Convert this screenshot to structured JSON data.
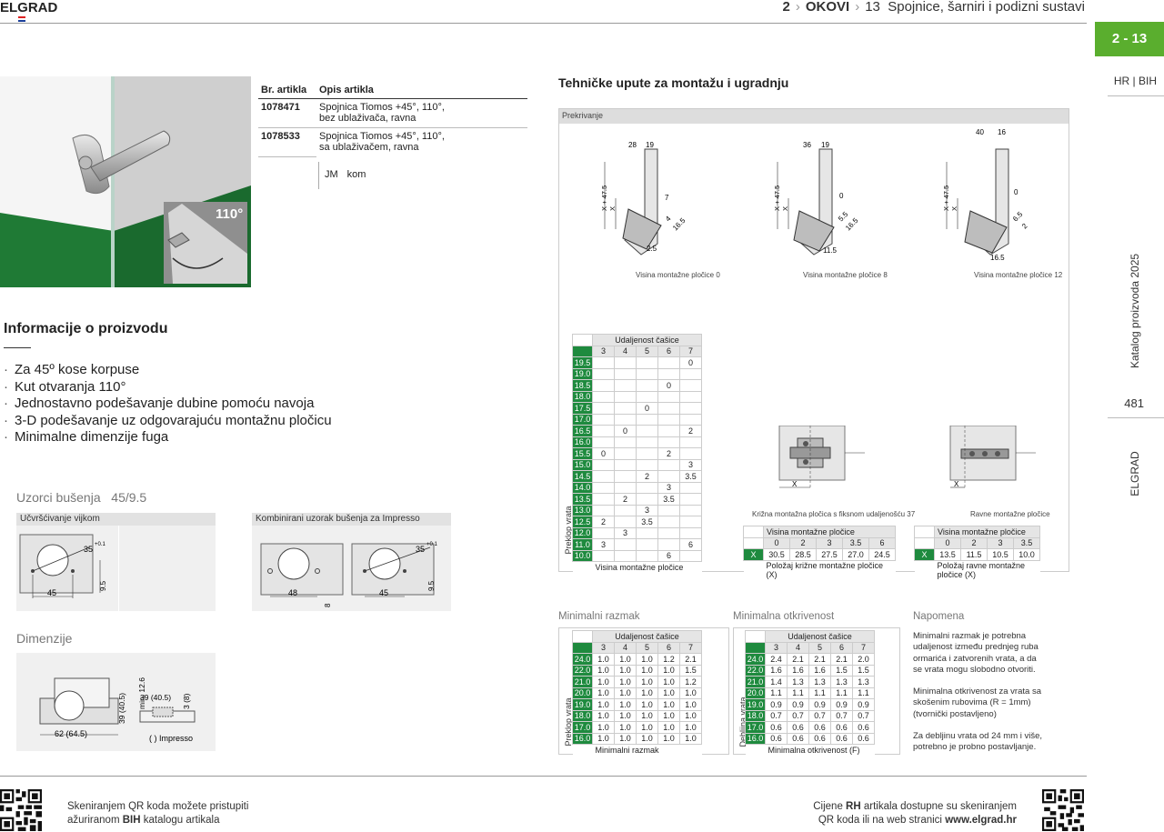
{
  "header": {
    "brand": "ELGRAD",
    "crumb_num": "2",
    "crumb_cat": "OKOVI",
    "crumb_sub_num": "13",
    "crumb_sub": "Spojnice, šarniri i podizni sustavi"
  },
  "sidebar": {
    "tab": "2 - 13",
    "lang": "HR | BIH",
    "catalog": "Katalog proizvoda 2025",
    "page": "481",
    "brand": "ELGRAD"
  },
  "articles": {
    "col_code": "Br. artikla",
    "col_desc": "Opis artikla",
    "rows": [
      {
        "code": "1078471",
        "desc1": "Spojnica Tiomos +45°, 110°,",
        "desc2": "bez ublaživača, ravna"
      },
      {
        "code": "1078533",
        "desc1": "Spojnica Tiomos +45°, 110°,",
        "desc2": "sa ublaživačem, ravna"
      }
    ],
    "unit_jm": "JM",
    "unit_kom": "kom"
  },
  "photo": {
    "angle_label": "110°"
  },
  "info": {
    "title": "Informacije o proizvodu",
    "items": [
      "Za 45º kose korpuse",
      "Kut otvaranja 110°",
      "Jednostavno podešavanje dubine pomoću navoja",
      "3-D podešavanje uz odgovarajuću montažnu pločicu",
      "Minimalne dimenzije fuga"
    ]
  },
  "drilling": {
    "title": "Uzorci bušenja",
    "pattern": "45/9.5",
    "panel1": "Učvršćivanje vijkom",
    "panel2": "Kombinirani uzorak bušenja za Impresso",
    "d35": "35",
    "tol": "+0.1",
    "d45": "45",
    "d48": "48",
    "d95": "9.5",
    "d8": "8"
  },
  "dimensions": {
    "title": "Dimenzije",
    "min": "min. 12.6",
    "h39": "39 (40.5)",
    "w39": "39 (40.5)",
    "w62": "62 (64.5)",
    "d3": "3 (8)",
    "impresso": "( ) Impresso"
  },
  "tech": {
    "title": "Tehničke upute za montažu i ugradnju",
    "strip": "Prekrivanje",
    "drawings": [
      {
        "cap": "Visina montažne pločice 0",
        "a": "28",
        "b": "19",
        "c": "7",
        "d": "2.5",
        "e": "4",
        "f": "16.5"
      },
      {
        "cap": "Visina montažne pločice 8",
        "a": "36",
        "b": "19",
        "c": "0",
        "d": "11.5",
        "e": "5.5",
        "f": "16.5"
      },
      {
        "cap": "Visina montažne pločice 12",
        "a": "40",
        "b": "16",
        "c": "0",
        "d": "16.5",
        "e": "6.5",
        "f": "2"
      }
    ],
    "x47": "X + 47.5",
    "x": "X",
    "cross_cap": "Križna montažna pločica s fiksnom udaljenošću 37",
    "flat_cap": "Ravne montažne pločice"
  },
  "overlay_table": {
    "header": "Udaljenost čašice",
    "cols": [
      "3",
      "4",
      "5",
      "6",
      "7"
    ],
    "side": "Preklop vrata",
    "footer": "Visina montažne pločice",
    "rows": [
      {
        "k": "19.5",
        "v": [
          "",
          "",
          "",
          "",
          "0"
        ]
      },
      {
        "k": "19.0",
        "v": [
          "",
          "",
          "",
          "",
          ""
        ]
      },
      {
        "k": "18.5",
        "v": [
          "",
          "",
          "",
          "0",
          ""
        ]
      },
      {
        "k": "18.0",
        "v": [
          "",
          "",
          "",
          "",
          ""
        ]
      },
      {
        "k": "17.5",
        "v": [
          "",
          "",
          "0",
          "",
          ""
        ]
      },
      {
        "k": "17.0",
        "v": [
          "",
          "",
          "",
          "",
          ""
        ]
      },
      {
        "k": "16.5",
        "v": [
          "",
          "0",
          "",
          "",
          "2"
        ]
      },
      {
        "k": "16.0",
        "v": [
          "",
          "",
          "",
          "",
          ""
        ]
      },
      {
        "k": "15.5",
        "v": [
          "0",
          "",
          "",
          "2",
          ""
        ]
      },
      {
        "k": "15.0",
        "v": [
          "",
          "",
          "",
          "",
          "3"
        ]
      },
      {
        "k": "14.5",
        "v": [
          "",
          "",
          "2",
          "",
          "3.5"
        ]
      },
      {
        "k": "14.0",
        "v": [
          "",
          "",
          "",
          "3",
          ""
        ]
      },
      {
        "k": "13.5",
        "v": [
          "",
          "2",
          "",
          "3.5",
          ""
        ]
      },
      {
        "k": "13.0",
        "v": [
          "",
          "",
          "3",
          "",
          ""
        ]
      },
      {
        "k": "12.5",
        "v": [
          "2",
          "",
          "3.5",
          "",
          ""
        ]
      },
      {
        "k": "12.0",
        "v": [
          "",
          "3",
          "",
          "",
          ""
        ]
      },
      {
        "k": "11.0",
        "v": [
          "3",
          "",
          "",
          "",
          "6"
        ]
      },
      {
        "k": "10.0",
        "v": [
          "",
          "",
          "",
          "6",
          ""
        ]
      }
    ]
  },
  "plate_cross": {
    "header": "Visina montažne pločice",
    "cols": [
      "0",
      "2",
      "3",
      "3.5",
      "6"
    ],
    "rowlabel": "X",
    "values": [
      "30.5",
      "28.5",
      "27.5",
      "27.0",
      "24.5"
    ],
    "footer": "Položaj križne montažne pločice (X)"
  },
  "plate_flat": {
    "header": "Visina montažne pločice",
    "cols": [
      "0",
      "2",
      "3",
      "3.5"
    ],
    "rowlabel": "X",
    "values": [
      "13.5",
      "11.5",
      "10.5",
      "10.0"
    ],
    "footer": "Položaj ravne montažne pločice (X)"
  },
  "min_gap": {
    "title": "Minimalni razmak",
    "header": "Udaljenost čašice",
    "cols": [
      "3",
      "4",
      "5",
      "6",
      "7"
    ],
    "side": "Preklop vrata",
    "footer": "Minimalni razmak",
    "rows": [
      {
        "k": "24.0",
        "v": [
          "1.0",
          "1.0",
          "1.0",
          "1.2",
          "2.1"
        ]
      },
      {
        "k": "22.0",
        "v": [
          "1.0",
          "1.0",
          "1.0",
          "1.0",
          "1.5"
        ]
      },
      {
        "k": "21.0",
        "v": [
          "1.0",
          "1.0",
          "1.0",
          "1.0",
          "1.2"
        ]
      },
      {
        "k": "20.0",
        "v": [
          "1.0",
          "1.0",
          "1.0",
          "1.0",
          "1.0"
        ]
      },
      {
        "k": "19.0",
        "v": [
          "1.0",
          "1.0",
          "1.0",
          "1.0",
          "1.0"
        ]
      },
      {
        "k": "18.0",
        "v": [
          "1.0",
          "1.0",
          "1.0",
          "1.0",
          "1.0"
        ]
      },
      {
        "k": "17.0",
        "v": [
          "1.0",
          "1.0",
          "1.0",
          "1.0",
          "1.0"
        ]
      },
      {
        "k": "16.0",
        "v": [
          "1.0",
          "1.0",
          "1.0",
          "1.0",
          "1.0"
        ]
      }
    ]
  },
  "min_open": {
    "title": "Minimalna otkrivenost",
    "header": "Udaljenost čašice",
    "cols": [
      "3",
      "4",
      "5",
      "6",
      "7"
    ],
    "side": "Debljina vrata",
    "footer": "Minimalna otkrivenost (F)",
    "rows": [
      {
        "k": "24.0",
        "v": [
          "2.4",
          "2.1",
          "2.1",
          "2.1",
          "2.0"
        ]
      },
      {
        "k": "22.0",
        "v": [
          "1.6",
          "1.6",
          "1.6",
          "1.5",
          "1.5"
        ]
      },
      {
        "k": "21.0",
        "v": [
          "1.4",
          "1.3",
          "1.3",
          "1.3",
          "1.3"
        ]
      },
      {
        "k": "20.0",
        "v": [
          "1.1",
          "1.1",
          "1.1",
          "1.1",
          "1.1"
        ]
      },
      {
        "k": "19.0",
        "v": [
          "0.9",
          "0.9",
          "0.9",
          "0.9",
          "0.9"
        ]
      },
      {
        "k": "18.0",
        "v": [
          "0.7",
          "0.7",
          "0.7",
          "0.7",
          "0.7"
        ]
      },
      {
        "k": "17.0",
        "v": [
          "0.6",
          "0.6",
          "0.6",
          "0.6",
          "0.6"
        ]
      },
      {
        "k": "16.0",
        "v": [
          "0.6",
          "0.6",
          "0.6",
          "0.6",
          "0.6"
        ]
      }
    ]
  },
  "note": {
    "title": "Napomena",
    "p1": [
      "Minimalni razmak je potrebna",
      "udaljenost između prednjeg ruba",
      "ormarića i zatvorenih vrata, a da",
      "se vrata mogu slobodno otvoriti."
    ],
    "p2": [
      "Minimalna otkrivenost za vrata sa",
      "skošenim rubovima (R = 1mm)",
      "(tvornički postavljeno)"
    ],
    "p3": [
      "Za debljinu vrata od 24 mm i više,",
      "potrebno je probno postavljanje."
    ]
  },
  "footer": {
    "left1": "Skeniranjem QR koda možete pristupiti",
    "left2a": "ažuriranom ",
    "left2b": "BIH",
    "left2c": " katalogu artikala",
    "right1a": "Cijene ",
    "right1b": "RH",
    "right1c": " artikala dostupne su skeniranjem",
    "right2a": "QR koda ili na web stranici ",
    "right2b": "www.elgrad.hr"
  },
  "colors": {
    "accent": "#5aae2e",
    "table_green": "#1e8a3e"
  }
}
